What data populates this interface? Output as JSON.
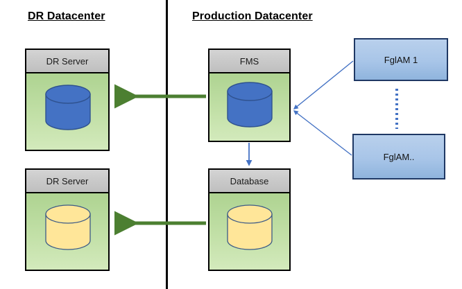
{
  "diagram": {
    "title_left": "DR Datacenter",
    "title_right": "Production Datacenter",
    "colors": {
      "green_body": "#c2e0a7",
      "grey_header": "#c9c9c9",
      "blue_cylinder": "#4472c4",
      "yellow_cylinder": "#ffe699",
      "fglam_blue": "#a8c5e8",
      "green_arrow": "#4c7f31",
      "blue_arrow": "#4472c4",
      "divider_black": "#000000"
    }
  },
  "dr_datacenter": {
    "servers": [
      {
        "header": "DR Server",
        "cylinder": "blue-database-cylinder"
      },
      {
        "header": "DR Server",
        "cylinder": "yellow-database-cylinder"
      }
    ]
  },
  "production_datacenter": {
    "servers": [
      {
        "header": "FMS",
        "cylinder": "blue-database-cylinder"
      },
      {
        "header": "Database",
        "cylinder": "yellow-database-cylinder"
      }
    ],
    "agents": [
      {
        "label": "FglAM 1"
      },
      {
        "label": "FglAM.."
      }
    ],
    "agent_separator": "vertical-dotted-ellipsis"
  },
  "connections": [
    {
      "name": "fms-to-dr-server-replication",
      "style": "green-arrow",
      "direction": "right-to-left"
    },
    {
      "name": "database-to-dr-server-replication",
      "style": "green-arrow",
      "direction": "right-to-left"
    },
    {
      "name": "fms-to-database",
      "style": "blue-arrow",
      "direction": "top-to-bottom"
    },
    {
      "name": "fglam1-to-fms",
      "style": "blue-line",
      "direction": "right-to-left"
    },
    {
      "name": "fglam2-to-fms",
      "style": "blue-line",
      "direction": "right-to-left"
    }
  ]
}
